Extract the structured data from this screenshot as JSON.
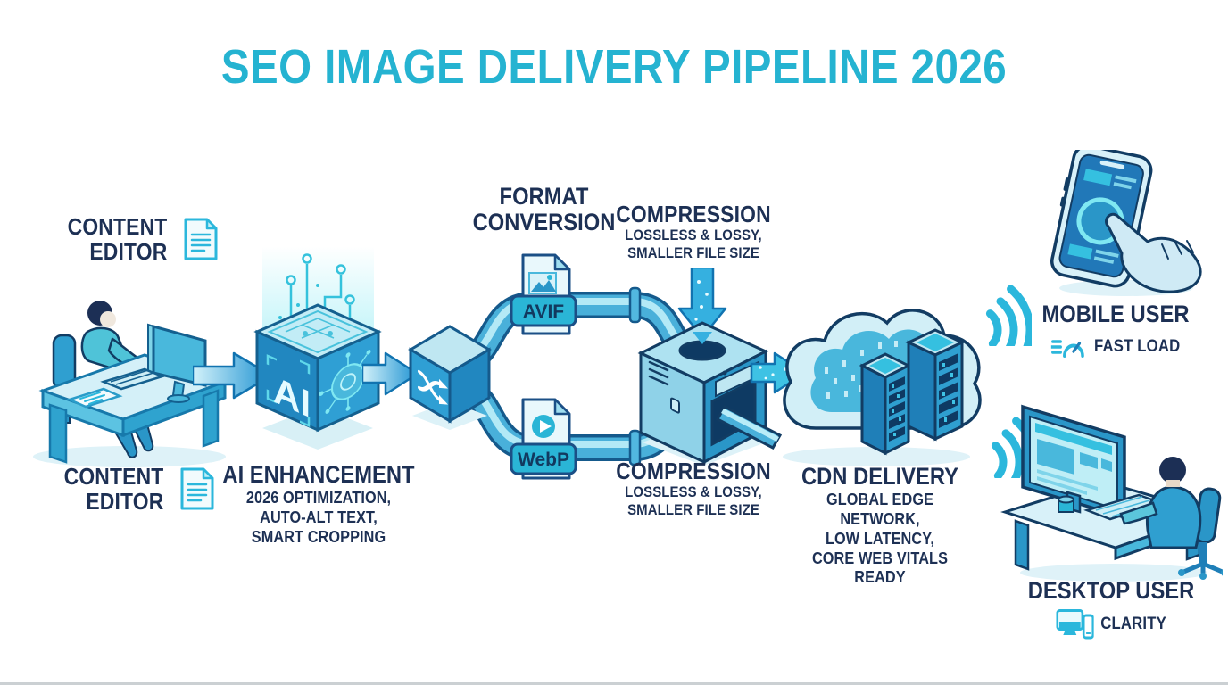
{
  "title": "SEO IMAGE DELIVERY PIPELINE 2026",
  "colors": {
    "accent_cyan": "#25b3d1",
    "navy": "#1d3054",
    "pipe_blue": "#49b0da",
    "light_blue": "#cdeff6",
    "outline_blue": "#123c63"
  },
  "nodes": {
    "content_editor_top": {
      "line1": "CONTENT",
      "line2": "EDITOR"
    },
    "content_editor_bottom": {
      "line1": "CONTENT",
      "line2": "EDITOR"
    },
    "ai_enhancement": {
      "cube_text": "AI",
      "title": "AI ENHANCEMENT",
      "details": [
        "2026 OPTIMIZATION,",
        "AUTO-ALT TEXT,",
        "SMART CROPPING"
      ]
    },
    "format_conversion": {
      "title_line1": "FORMAT",
      "title_line2": "CONVERSION",
      "format_top": "AVIF",
      "format_bottom": "WebP"
    },
    "compression_top": {
      "title": "COMPRESSION",
      "details": [
        "LOSSLESS & LOSSY,",
        "SMALLER FILE SIZE"
      ]
    },
    "compression_bottom": {
      "title": "COMPRESSION",
      "details": [
        "LOSSLESS & LOSSY,",
        "SMALLER FILE SIZE"
      ]
    },
    "cdn_delivery": {
      "title": "CDN DELIVERY",
      "details": [
        "GLOBAL EDGE NETWORK,",
        "LOW LATENCY,",
        "CORE WEB VITALS READY"
      ]
    },
    "mobile_user": {
      "title": "MOBILE USER",
      "benefit": "FAST LOAD"
    },
    "desktop_user": {
      "title": "DESKTOP USER",
      "benefit": "CLARITY"
    }
  },
  "icons": {
    "document": "document-icon",
    "shuffle": "shuffle-icon",
    "speedometer": "speedometer-icon",
    "devices": "monitor-phone-icon",
    "wifi": "wifi-signal-icon"
  }
}
